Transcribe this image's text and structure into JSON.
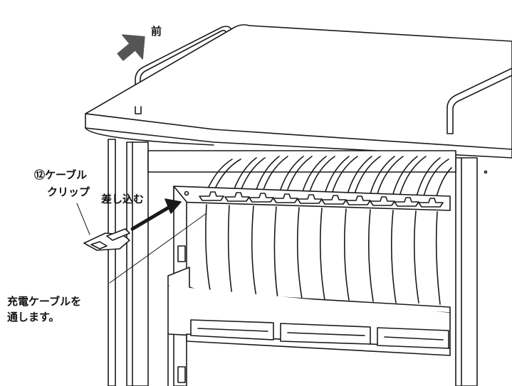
{
  "labels": {
    "front": "前",
    "clip_line1": "⑫ケーブル",
    "clip_line2": "クリップ",
    "insert": "差し込む",
    "route_line1": "充電ケーブルを",
    "route_line2": "通します。"
  },
  "colors": {
    "line": "#1a1a1a",
    "arrow": "#555555",
    "fill": "#ffffff"
  },
  "counts": {
    "clips_on_rail": 11,
    "cable_loops": 11
  }
}
